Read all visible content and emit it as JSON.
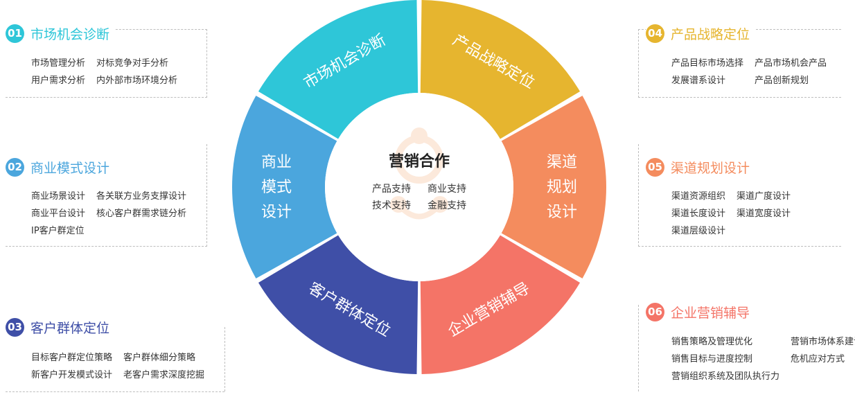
{
  "colors": {
    "market": "#2ec6d8",
    "business": "#4ba6dd",
    "customer": "#3f4fa7",
    "enterprise": "#f47467",
    "channel": "#f48c5e",
    "product": "#e6b52f",
    "center_bg": "#ffffff",
    "center_icon": "#fbe6d7"
  },
  "center": {
    "title": "营销合作",
    "items": [
      "产品支持",
      "商业支持",
      "技术支持",
      "金融支持"
    ]
  },
  "wheel": {
    "market": "市场机会诊断",
    "product": "产品战略定位",
    "customer": "客户群体定位",
    "enterprise": "企业营销辅导",
    "business_lines": [
      "商业",
      "模式",
      "设计"
    ],
    "channel_lines": [
      "渠道",
      "规划",
      "设计"
    ]
  },
  "panels": {
    "p01": {
      "num": "01",
      "title": "市场机会诊断",
      "items": [
        "市场管理分析",
        "对标竞争对手分析",
        "用户需求分析",
        "内外部市场环境分析"
      ]
    },
    "p02": {
      "num": "02",
      "title": "商业模式设计",
      "items": [
        "商业场景设计",
        "各关联方业务支撑设计",
        "商业平台设计",
        "核心客户群需求链分析",
        "IP客户群定位"
      ]
    },
    "p03": {
      "num": "03",
      "title": "客户群体定位",
      "items": [
        "目标客户群定位策略",
        "客户群体细分策略",
        "新客户开发模式设计",
        "老客户需求深度挖掘"
      ]
    },
    "p04": {
      "num": "04",
      "title": "产品战略定位",
      "items": [
        "产品目标市场选择",
        "产品市场机会产品",
        "发展谱系设计",
        "产品创新规划"
      ]
    },
    "p05": {
      "num": "05",
      "title": "渠道规划设计",
      "items": [
        "渠道资源组织",
        "渠道广度设计",
        "渠道长度设计",
        "渠道宽度设计",
        "渠道层级设计"
      ]
    },
    "p06": {
      "num": "06",
      "title": "企业营销辅导",
      "items": [
        "销售策略及管理优化",
        "营销市场体系建设",
        "销售目标与进度控制",
        "危机应对方式",
        "营销组织系统及团队执行力"
      ]
    }
  }
}
